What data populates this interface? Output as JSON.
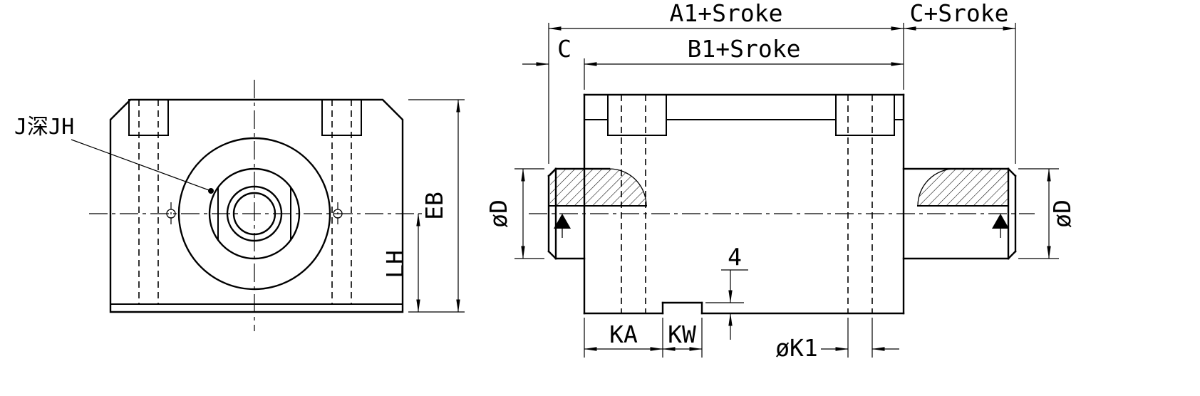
{
  "drawing": {
    "type": "technical-drawing",
    "views": {
      "front": {
        "leader_label": "J深JH",
        "dim_block_height": "EB",
        "dim_center_to_bottom": "LH"
      },
      "side": {
        "dim_total_length": "A1+Sroke",
        "dim_rod_extension": "C+Sroke",
        "dim_body_length": "B1+Sroke",
        "dim_rod_protrusion": "C",
        "dim_rod_dia_left": "øD",
        "dim_rod_dia_right": "øD",
        "dim_slot_depth": "4",
        "dim_slot_position": "KA",
        "dim_slot_width": "KW",
        "dim_hole_dia": "øK1"
      }
    },
    "colors": {
      "line": "#000000",
      "background": "#ffffff"
    }
  }
}
